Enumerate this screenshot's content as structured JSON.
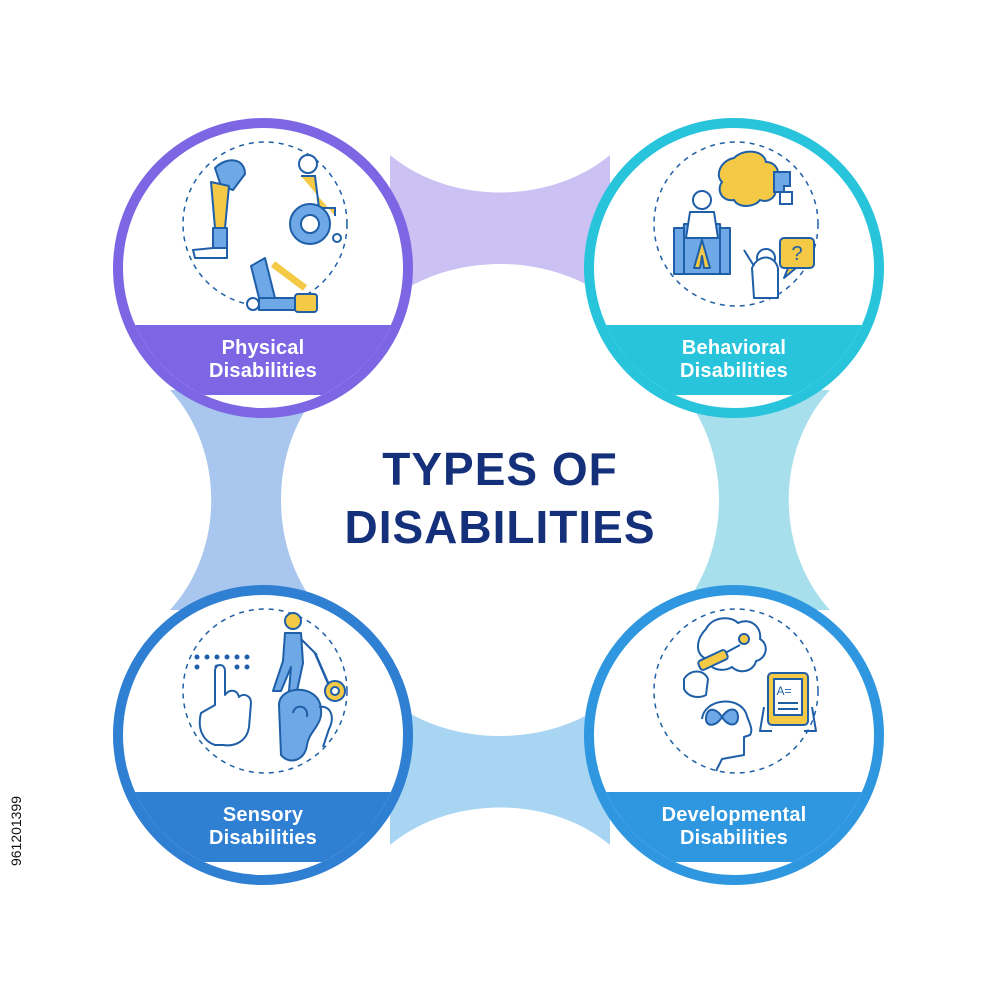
{
  "title": {
    "line1": "TYPES OF",
    "line2": "DISABILITIES"
  },
  "categories": [
    {
      "id": "physical",
      "line1": "Physical",
      "line2": "Disabilities",
      "color": "#7d66e4",
      "icons": [
        "prosthetic-leg-icon",
        "wheelchair-user-icon",
        "prosthetic-arm-icon"
      ]
    },
    {
      "id": "behavioral",
      "line1": "Behavioral",
      "line2": "Disabilities",
      "color": "#28c4dc",
      "icons": [
        "brain-puzzle-icon",
        "person-in-armchair-icon",
        "confused-person-question-icon"
      ]
    },
    {
      "id": "sensory",
      "line1": "Sensory",
      "line2": "Disabilities",
      "color": "#2f7fd3",
      "icons": [
        "braille-hand-icon",
        "blind-person-cane-icon",
        "ear-hearing-aid-icon"
      ]
    },
    {
      "id": "developmental",
      "line1": "Developmental",
      "line2": "Disabilities",
      "color": "#2e97e0",
      "icons": [
        "brain-stimulation-icon",
        "reading-tablet-icon",
        "head-infinity-icon"
      ]
    }
  ],
  "connectors": {
    "top": "#cbc2f3",
    "left": "#a9c6ee",
    "right": "#a7e0ec",
    "bottom": "#a8d6f2"
  },
  "colors": {
    "title": "#15307a",
    "icon_blue": "#1e5fa8",
    "icon_yellow": "#f3c945",
    "icon_lightblue": "#6fa8e6"
  },
  "stock_id": "961201399"
}
